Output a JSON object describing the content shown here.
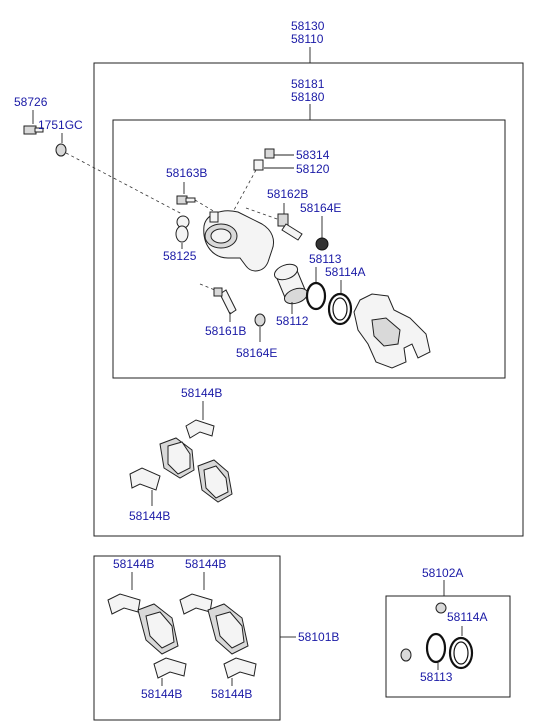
{
  "labels": {
    "p58130": "58130",
    "p58110": "58110",
    "p58181": "58181",
    "p58180": "58180",
    "p58726": "58726",
    "p1751gc": "1751GC",
    "p58314": "58314",
    "p58120": "58120",
    "p58163b": "58163B",
    "p58162b": "58162B",
    "p58164e_top": "58164E",
    "p58125": "58125",
    "p58113_top": "58113",
    "p58114a_top": "58114A",
    "p58161b": "58161B",
    "p58112": "58112",
    "p58164e_bot": "58164E",
    "p58144b_1": "58144B",
    "p58144b_2": "58144B",
    "kit_58144b_tl": "58144B",
    "kit_58144b_tr": "58144B",
    "kit_58101b": "58101B",
    "kit_58144b_bl": "58144B",
    "kit_58144b_br": "58144B",
    "seal_58102a": "58102A",
    "seal_58114a": "58114A",
    "seal_58113": "58113"
  }
}
